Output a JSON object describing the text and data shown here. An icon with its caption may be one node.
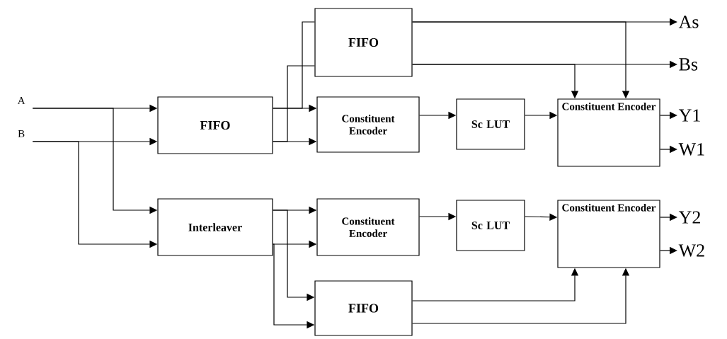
{
  "diagram": {
    "nodes": [
      {
        "text": [
          "A"
        ]
      },
      {
        "text": [
          "B"
        ]
      },
      {
        "text": [
          "FIFO"
        ]
      },
      {
        "text": [
          "FIFO"
        ]
      },
      {
        "text": [
          "Constituent Encoder"
        ]
      },
      {
        "text": [
          "Sc LUT"
        ]
      },
      {
        "text": [
          "Constituent Encoder"
        ]
      },
      {
        "text": [
          "Interleaver"
        ]
      },
      {
        "text": [
          "Constituent Encoder"
        ]
      },
      {
        "text": [
          "Sc LUT"
        ]
      },
      {
        "text": [
          "Constituent Encoder"
        ]
      },
      {
        "text": [
          "FIFO"
        ]
      },
      {
        "text": [
          "As"
        ]
      },
      {
        "text": [
          "Bs"
        ]
      },
      {
        "text": [
          "Y1"
        ]
      },
      {
        "text": [
          "W1"
        ]
      },
      {
        "text": [
          "Y2"
        ]
      },
      {
        "text": [
          "W2"
        ]
      }
    ],
    "edges": [
      {
        "from": 0,
        "to": 2,
        "arrow": "to"
      },
      {
        "from": 0,
        "to": 7,
        "arrow": "to"
      },
      {
        "from": 1,
        "to": 2,
        "arrow": "to"
      },
      {
        "from": 1,
        "to": 7,
        "arrow": "to"
      },
      {
        "from": 2,
        "to": 4,
        "arrow": "to"
      },
      {
        "from": 2,
        "to": 4,
        "arrow": "to"
      },
      {
        "from": 2,
        "to": 3,
        "arrow": "none"
      },
      {
        "from": 2,
        "to": 3,
        "arrow": "none"
      },
      {
        "from": 3,
        "to": 12,
        "arrow": "to"
      },
      {
        "from": 3,
        "to": 13,
        "arrow": "to"
      },
      {
        "from": 3,
        "to": 6,
        "arrow": "to"
      },
      {
        "from": 3,
        "to": 6,
        "arrow": "to"
      },
      {
        "from": 4,
        "to": 5,
        "arrow": "to"
      },
      {
        "from": 5,
        "to": 6,
        "arrow": "to"
      },
      {
        "from": 6,
        "to": 14,
        "arrow": "to"
      },
      {
        "from": 6,
        "to": 15,
        "arrow": "to"
      },
      {
        "from": 7,
        "to": 8,
        "arrow": "to"
      },
      {
        "from": 7,
        "to": 8,
        "arrow": "to"
      },
      {
        "from": 7,
        "to": 11,
        "arrow": "to"
      },
      {
        "from": 7,
        "to": 11,
        "arrow": "to"
      },
      {
        "from": 8,
        "to": 9,
        "arrow": "to"
      },
      {
        "from": 9,
        "to": 10,
        "arrow": "to"
      },
      {
        "from": 10,
        "to": 16,
        "arrow": "to"
      },
      {
        "from": 10,
        "to": 17,
        "arrow": "to"
      },
      {
        "from": 11,
        "to": 10,
        "arrow": "to"
      },
      {
        "from": 11,
        "to": 10,
        "arrow": "to"
      }
    ]
  }
}
